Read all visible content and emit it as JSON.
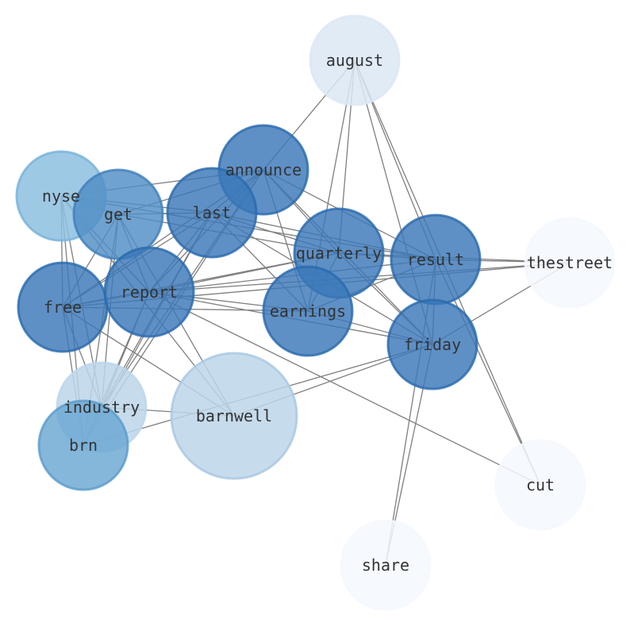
{
  "graph": {
    "nodes": [
      {
        "id": "august",
        "label": "august",
        "fill": "#dce8f4",
        "stroke": "#dce8f4"
      },
      {
        "id": "announce",
        "label": "announce",
        "fill": "#3b78b8",
        "stroke": "#2a6aad"
      },
      {
        "id": "nyse",
        "label": "nyse",
        "fill": "#8dc0e0",
        "stroke": "#7ab4da"
      },
      {
        "id": "get",
        "label": "get",
        "fill": "#4f8dc4",
        "stroke": "#3e80bc"
      },
      {
        "id": "last",
        "label": "last",
        "fill": "#3b78b8",
        "stroke": "#2a6aad"
      },
      {
        "id": "quarterly",
        "label": "quarterly",
        "fill": "#3b78b8",
        "stroke": "#2a6aad"
      },
      {
        "id": "result",
        "label": "result",
        "fill": "#3b78b8",
        "stroke": "#2a6aad"
      },
      {
        "id": "thestreet",
        "label": "thestreet",
        "fill": "#f4f8fd",
        "stroke": "#f4f8fd"
      },
      {
        "id": "free",
        "label": "free",
        "fill": "#3b78b8",
        "stroke": "#2a6aad"
      },
      {
        "id": "report",
        "label": "report",
        "fill": "#3b78b8",
        "stroke": "#2a6aad"
      },
      {
        "id": "earnings",
        "label": "earnings",
        "fill": "#3b78b8",
        "stroke": "#2a6aad"
      },
      {
        "id": "friday",
        "label": "friday",
        "fill": "#3b78b8",
        "stroke": "#2a6aad"
      },
      {
        "id": "industry",
        "label": "industry",
        "fill": "#bcd6ea",
        "stroke": "#bcd6ea"
      },
      {
        "id": "barnwell",
        "label": "barnwell",
        "fill": "#bcd6ea",
        "stroke": "#aac9e3"
      },
      {
        "id": "brn",
        "label": "brn",
        "fill": "#6aa7d3",
        "stroke": "#5a9ccc"
      },
      {
        "id": "cut",
        "label": "cut",
        "fill": "#f4f8fd",
        "stroke": "#f4f8fd"
      },
      {
        "id": "share",
        "label": "share",
        "fill": "#f4f8fd",
        "stroke": "#f4f8fd"
      }
    ],
    "edges": [
      [
        "august",
        "announce"
      ],
      [
        "august",
        "quarterly"
      ],
      [
        "august",
        "result"
      ],
      [
        "august",
        "earnings"
      ],
      [
        "august",
        "cut"
      ],
      [
        "august",
        "friday"
      ],
      [
        "announce",
        "get"
      ],
      [
        "announce",
        "nyse"
      ],
      [
        "announce",
        "last"
      ],
      [
        "announce",
        "quarterly"
      ],
      [
        "announce",
        "result"
      ],
      [
        "announce",
        "free"
      ],
      [
        "announce",
        "report"
      ],
      [
        "announce",
        "earnings"
      ],
      [
        "announce",
        "friday"
      ],
      [
        "announce",
        "industry"
      ],
      [
        "announce",
        "brn"
      ],
      [
        "nyse",
        "get"
      ],
      [
        "nyse",
        "last"
      ],
      [
        "nyse",
        "result"
      ],
      [
        "nyse",
        "free"
      ],
      [
        "nyse",
        "report"
      ],
      [
        "nyse",
        "industry"
      ],
      [
        "nyse",
        "brn"
      ],
      [
        "nyse",
        "barnwell"
      ],
      [
        "get",
        "last"
      ],
      [
        "get",
        "quarterly"
      ],
      [
        "get",
        "free"
      ],
      [
        "get",
        "report"
      ],
      [
        "get",
        "industry"
      ],
      [
        "get",
        "brn"
      ],
      [
        "get",
        "barnwell"
      ],
      [
        "last",
        "quarterly"
      ],
      [
        "last",
        "result"
      ],
      [
        "last",
        "free"
      ],
      [
        "last",
        "report"
      ],
      [
        "last",
        "earnings"
      ],
      [
        "last",
        "friday"
      ],
      [
        "last",
        "industry"
      ],
      [
        "last",
        "brn"
      ],
      [
        "quarterly",
        "result"
      ],
      [
        "quarterly",
        "free"
      ],
      [
        "quarterly",
        "report"
      ],
      [
        "quarterly",
        "earnings"
      ],
      [
        "quarterly",
        "friday"
      ],
      [
        "result",
        "thestreet"
      ],
      [
        "result",
        "report"
      ],
      [
        "result",
        "earnings"
      ],
      [
        "result",
        "friday"
      ],
      [
        "result",
        "cut"
      ],
      [
        "result",
        "share"
      ],
      [
        "thestreet",
        "quarterly"
      ],
      [
        "thestreet",
        "free"
      ],
      [
        "thestreet",
        "report"
      ],
      [
        "thestreet",
        "friday"
      ],
      [
        "free",
        "report"
      ],
      [
        "free",
        "earnings"
      ],
      [
        "free",
        "industry"
      ],
      [
        "free",
        "brn"
      ],
      [
        "free",
        "barnwell"
      ],
      [
        "report",
        "earnings"
      ],
      [
        "report",
        "friday"
      ],
      [
        "report",
        "industry"
      ],
      [
        "report",
        "brn"
      ],
      [
        "report",
        "cut"
      ],
      [
        "earnings",
        "friday"
      ],
      [
        "friday",
        "barnwell"
      ],
      [
        "friday",
        "share"
      ],
      [
        "friday",
        "brn"
      ],
      [
        "industry",
        "barnwell"
      ],
      [
        "industry",
        "brn"
      ]
    ]
  }
}
